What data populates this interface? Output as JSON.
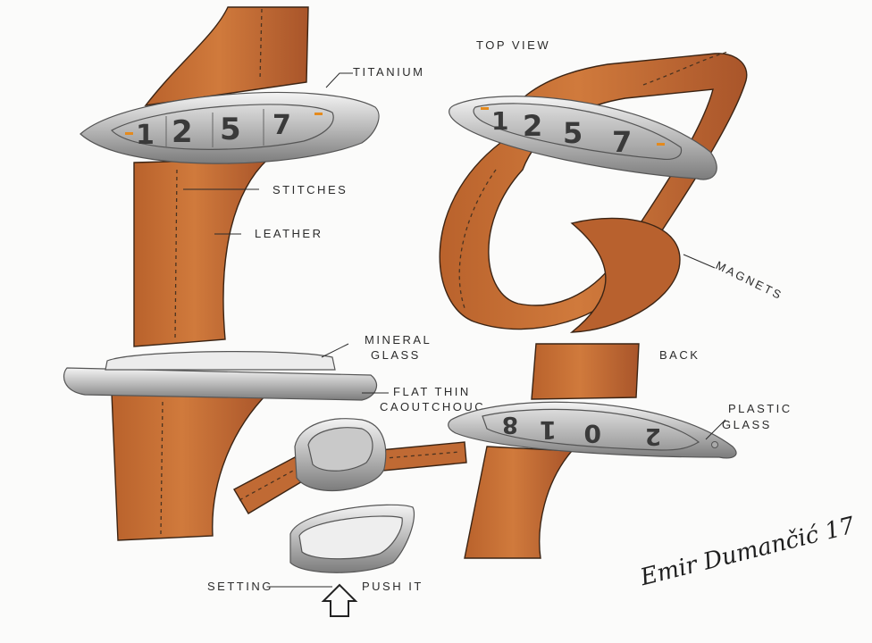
{
  "colors": {
    "leather": "#c8733a",
    "leather_dark": "#8f4a22",
    "metal_light": "#e7e7e7",
    "metal_dark": "#8a8a8a",
    "accent": "#e58a1d"
  },
  "labels": {
    "top_view": "TOP VIEW",
    "titanium": "TITANIUM",
    "stitches": "STITCHES",
    "leather": "LEATHER",
    "magnets": "MAGNETS",
    "mineral": "MINERAL",
    "glass": "GLASS",
    "flat_thin": "FLAT THIN",
    "caoutchouc": "CAOUTCHOUC",
    "back": "BACK",
    "plastic": "PLASTIC",
    "plastic_glass": "GLASS",
    "setting": "SETTING",
    "push_it": "PUSH IT"
  },
  "display": {
    "front_digits": [
      "1",
      "2",
      "5",
      "7"
    ],
    "back_digits": [
      "8",
      "1",
      "0",
      "2"
    ]
  },
  "signature": "Emir Dumančić 17"
}
